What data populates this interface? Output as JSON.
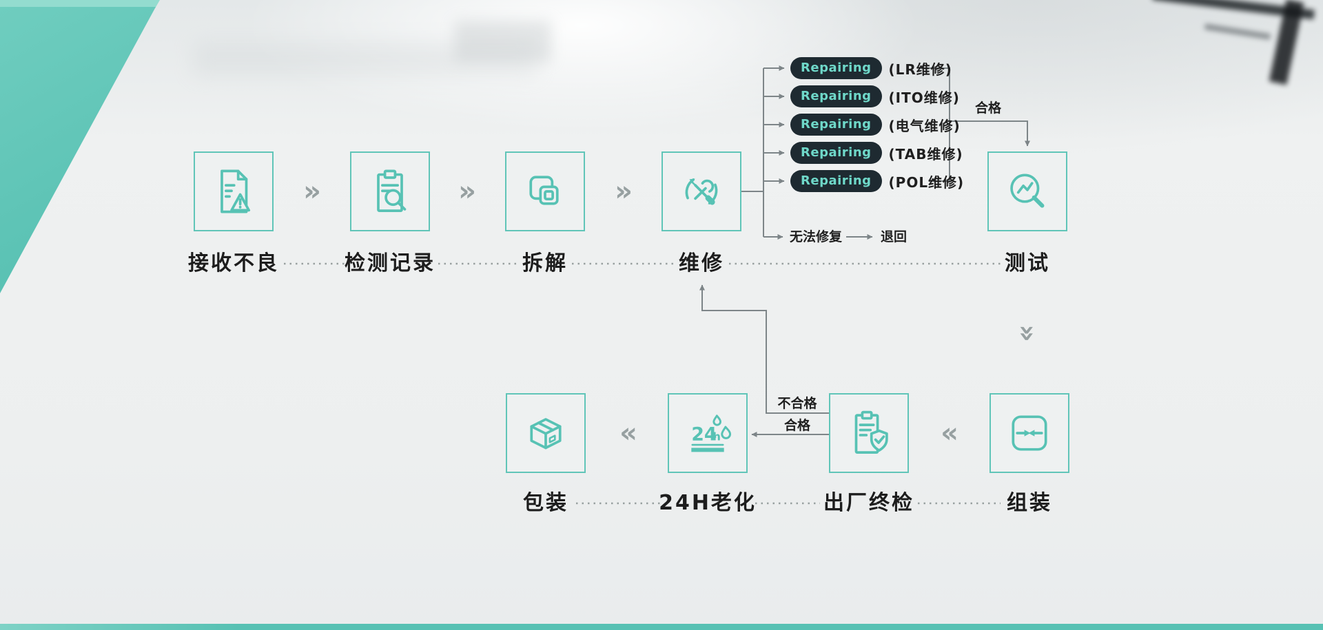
{
  "colors": {
    "teal": "#57c2b4",
    "teal_light": "#93dccf",
    "badge_bg": "#1e2a31",
    "badge_text": "#6fd8c9",
    "label_text": "#1d1d1d",
    "line_gray": "#7d8588"
  },
  "symbols": {
    "next": "»",
    "prev": "«"
  },
  "flow_top": [
    {
      "label": "接收不良",
      "icon": "document-warning-icon"
    },
    {
      "label": "检测记录",
      "icon": "clipboard-search-icon"
    },
    {
      "label": "拆解",
      "icon": "disassemble-icon"
    },
    {
      "label": "维修",
      "icon": "repair-icon"
    },
    {
      "label": "测试",
      "icon": "test-magnifier-icon"
    }
  ],
  "flow_bottom": [
    {
      "label": "包装",
      "icon": "package-box-icon"
    },
    {
      "label": "24H老化",
      "icon": "aging-24h-icon"
    },
    {
      "label": "出厂终检",
      "icon": "final-inspection-icon"
    },
    {
      "label": "组装",
      "icon": "assembly-icon"
    }
  ],
  "repair_branches": [
    {
      "badge": "Repairing",
      "label": "(LR维修)"
    },
    {
      "badge": "Repairing",
      "label": "(ITO维修)"
    },
    {
      "badge": "Repairing",
      "label": "(电气维修)"
    },
    {
      "badge": "Repairing",
      "label": "(TAB维修)"
    },
    {
      "badge": "Repairing",
      "label": "(POL维修)"
    }
  ],
  "annotations": {
    "pass_top": "合格",
    "cannot_repair": "无法修复",
    "returned": "退回",
    "fail": "不合格",
    "pass_bottom": "合格"
  }
}
